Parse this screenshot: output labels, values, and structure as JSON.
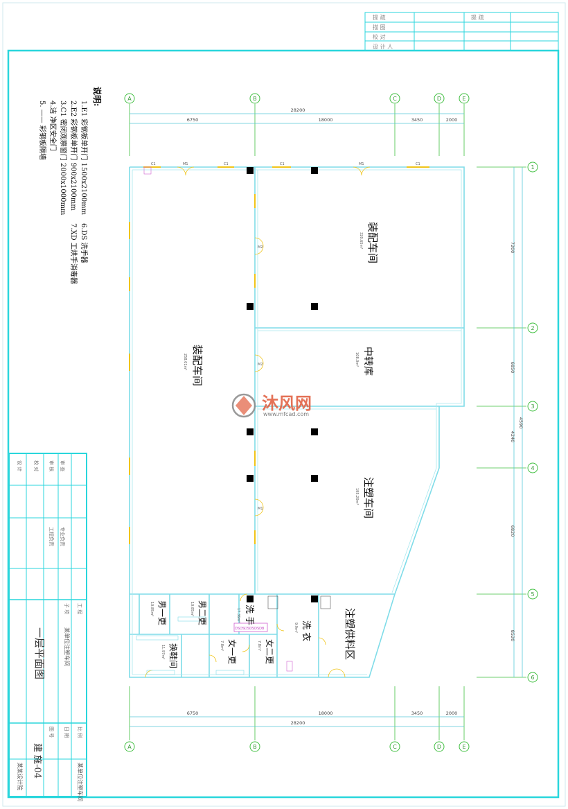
{
  "revision_table": {
    "rows": [
      "提  疏",
      "描  图",
      "校  对",
      "设 计 人"
    ],
    "extra": "提 疏",
    "notes_header": "说  明"
  },
  "title_block": {
    "labels_left": [
      "审  查",
      "审  核",
      "校  对",
      "设  计"
    ],
    "labels_mid": [
      "工程负责",
      "专业负责"
    ],
    "labels_lower": [
      "工  程",
      "子  项"
    ],
    "project": "某单位注塑车间",
    "drawing_title": "一层平面图",
    "drawing_no": "建 施-04",
    "scale_label": "比  例",
    "date_label": "日  期",
    "code_label": "图  号",
    "company": "某某设计院"
  },
  "notes": {
    "heading": "说明:",
    "lines": [
      "1.E1  彩钢板单开门  1500x2100mm",
      "2.E2  彩钢板单开门  900x2100mm",
      "3.C1  密闭观察窗门  2000x1000mm",
      "4.洁  净区安全门",
      "5. ——  彩钢板隔墙"
    ],
    "lines_right": [
      "6.DS  洗手器",
      "7.XD  工烘手消毒器"
    ]
  },
  "grid": {
    "cols": [
      "A",
      "B",
      "C",
      "D",
      "E"
    ],
    "rows": [
      "1",
      "2",
      "3",
      "4",
      "5",
      "6"
    ]
  },
  "dimensions": {
    "top_total": "28200",
    "top_segments": [
      "6750",
      "18000",
      "3450",
      "2000"
    ],
    "bottom_total": "28200",
    "bottom_segments": [
      "6750",
      "18000",
      "3450",
      "2000"
    ],
    "right_segments": [
      "7200",
      "6850",
      "4240",
      "6820",
      "8520"
    ],
    "right_extra": "4590"
  },
  "rooms": {
    "assembly_right": {
      "name": "装配车间",
      "area": "320.65m²"
    },
    "assembly_left": {
      "name": "装配车间",
      "area": "258.01m²"
    },
    "transfer": {
      "name": "中转库",
      "area": "108.0m²"
    },
    "injection": {
      "name": "注塑车间",
      "area": "195.20m²"
    },
    "supply": {
      "name": "注塑供料区"
    },
    "laundry": {
      "name": "洗 衣",
      "area": "9.9m²"
    },
    "handwash": {
      "name": "洗  手",
      "area": "17.36m²"
    },
    "male2": {
      "name": "男二更",
      "area": "10.85m²"
    },
    "male1": {
      "name": "男一更",
      "area": "10.85m²"
    },
    "female2": {
      "name": "女二更",
      "area": "7.8m²"
    },
    "female1": {
      "name": "女一更",
      "area": "7.8m²"
    },
    "shoes": {
      "name": "换鞋间",
      "area": "11.97m²"
    }
  },
  "door_tags": [
    "C1",
    "M1",
    "C1",
    "C1",
    "M1",
    "C1",
    "M2",
    "M2",
    "M1"
  ],
  "sink_label": "DSDSDSDSDSD8",
  "watermark": {
    "text": "沐风网",
    "url": "www.mfcad.com"
  },
  "colors": {
    "frame": "#29d6dc",
    "wall": "#7fdce8",
    "grid": "#3fbf3f",
    "dim": "#56c9d8",
    "door": "#f0c419",
    "column": "#000000",
    "text": "#222222",
    "watermark": "#e05a3a"
  }
}
